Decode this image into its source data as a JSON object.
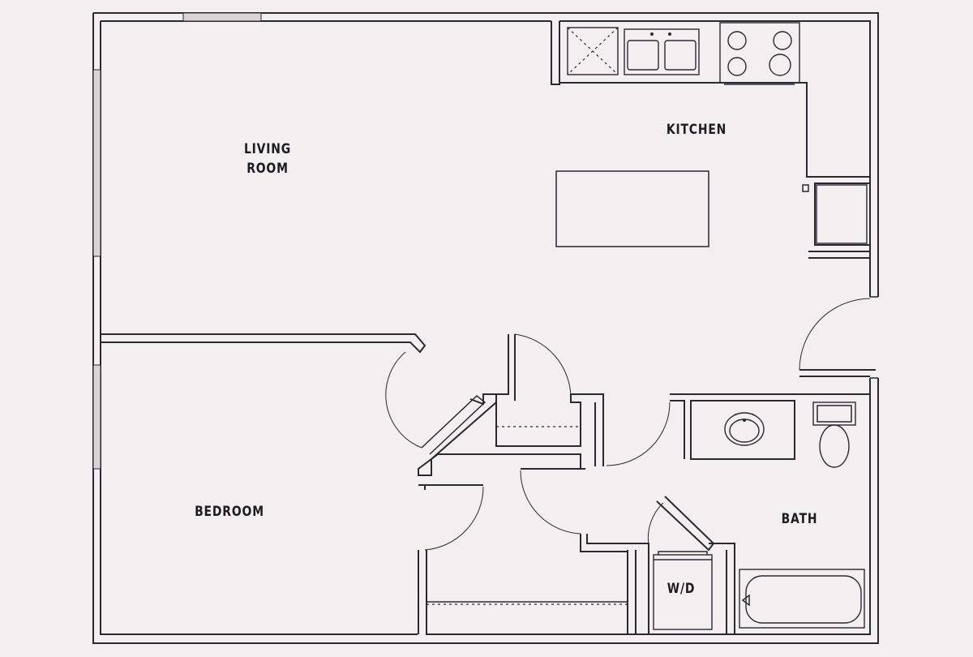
{
  "rooms": {
    "living_line1": "LIVING",
    "living_line2": "ROOM",
    "kitchen": "KITCHEN",
    "bedroom": "BEDROOM",
    "bath": "BATH",
    "washer_dryer": "W/D"
  },
  "colors": {
    "background": "#f3eff0",
    "line": "#2a2830"
  }
}
